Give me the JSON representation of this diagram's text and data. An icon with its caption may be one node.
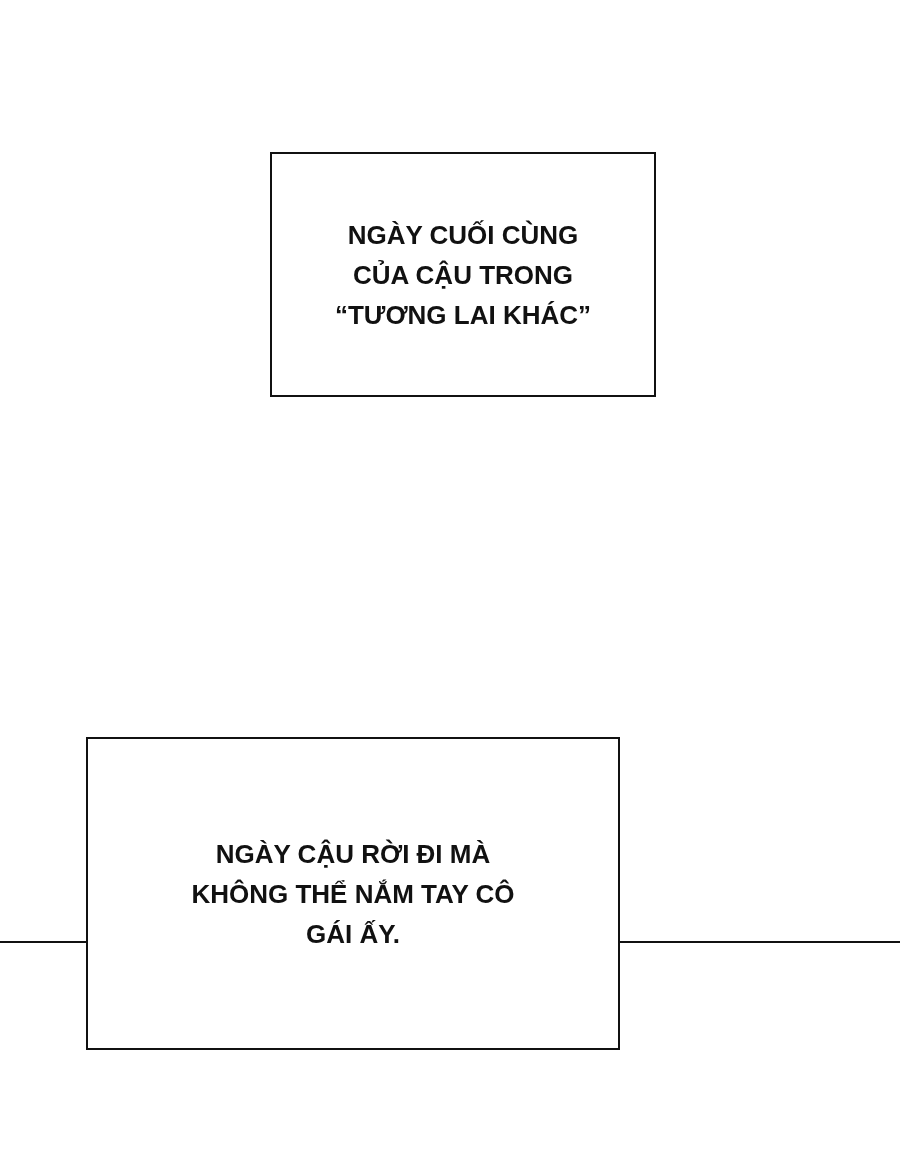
{
  "diagram": {
    "nodes": [
      {
        "text": [
          "NGÀY CUỐI CÙNG CỦA CẬU TRONG “TƯƠNG LAI KHÁC”"
        ]
      },
      {
        "text": [
          "NGÀY CẬU RỜI ĐI MÀ KHÔNG THỂ NẮM TAY CÔ GÁI ẤY."
        ]
      }
    ],
    "edges": [
      {
        "from": null,
        "to": 1,
        "arrow": "none"
      },
      {
        "from": 1,
        "to": null,
        "arrow": "none"
      }
    ]
  }
}
